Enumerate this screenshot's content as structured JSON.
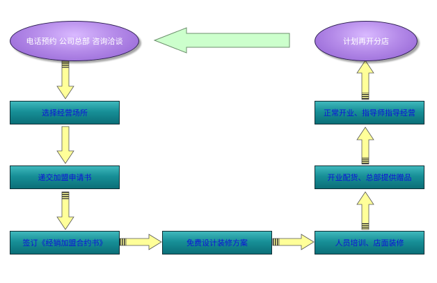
{
  "diagram": {
    "nodes": {
      "call": "电话预约 公司总部 咨询洽谈",
      "plan": "计划再开分店",
      "site": "选择经营场所",
      "apply": "递交加盟申请书",
      "sign": "签订《经销加盟合约书》",
      "design": "免费设计装修方案",
      "train": "人员培训、店面装修",
      "stock": "开业配货、总部提供赠品",
      "operate": "正常开业、指导师指导经营"
    },
    "colors": {
      "ellipse_fill": "#b58be9",
      "box_fill": "#178f97",
      "box_text": "#0f12d8",
      "arrow_fill": "#ffff99",
      "big_arrow_fill": "#ccffcc"
    }
  }
}
